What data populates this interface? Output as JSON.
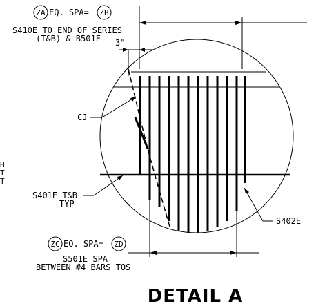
{
  "detail": {
    "title": "DETAIL A",
    "bubbles": {
      "za": "ZA",
      "zb": "ZB",
      "zc": "ZC",
      "zd": "ZD"
    },
    "eq_spa": "EQ. SPA=",
    "top_note_1": "S410E TO END OF SERIES",
    "top_note_2": "(T&B) & B501E",
    "dim_3": "3\"",
    "cj": "CJ",
    "s401_1": "S401E T&B",
    "s401_2": "TYP",
    "s402": "S402E",
    "bottom_note_1": "S501E SPA",
    "bottom_note_2": "BETWEEN #4 BARS TOS",
    "edge_chars": [
      "H",
      "T",
      "T"
    ]
  }
}
